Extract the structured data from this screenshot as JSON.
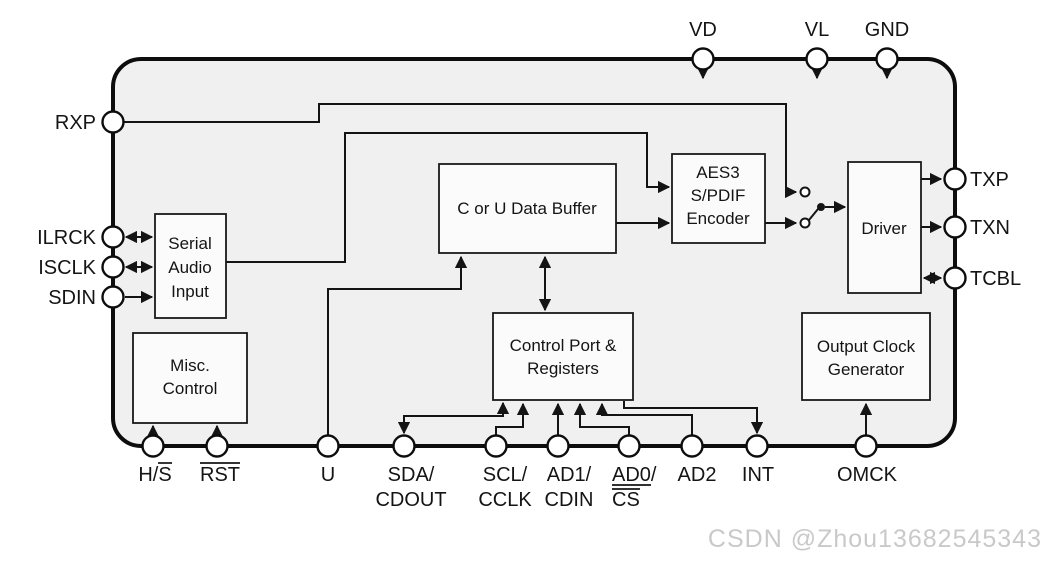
{
  "diagram": {
    "watermark": "CSDN @Zhou13682545343"
  },
  "blocks": {
    "serial_audio_input": {
      "lines": [
        "Serial",
        "Audio",
        "Input"
      ]
    },
    "misc_control": {
      "lines": [
        "Misc.",
        "Control"
      ]
    },
    "c_or_u_data_buffer": {
      "lines": [
        "C or U Data Buffer"
      ]
    },
    "control_port_registers": {
      "lines": [
        "Control Port &",
        "Registers"
      ]
    },
    "aes3_spdif_encoder": {
      "lines": [
        "AES3",
        "S/PDIF",
        "Encoder"
      ]
    },
    "driver": {
      "lines": [
        "Driver"
      ]
    },
    "output_clock_generator": {
      "lines": [
        "Output Clock",
        "Generator"
      ]
    }
  },
  "pins": {
    "top": {
      "vd": "VD",
      "vl": "VL",
      "gnd": "GND"
    },
    "left": {
      "rxp": "RXP",
      "ilrck": "ILRCK",
      "isclk": "ISCLK",
      "sdin": "SDIN"
    },
    "right": {
      "txp": "TXP",
      "txn": "TXN",
      "tcbl": "TCBL"
    },
    "bottom": {
      "hs": {
        "base": "H/",
        "overlined": "S"
      },
      "rst": {
        "overlined": "RST"
      },
      "u": "U",
      "sda_cdout": {
        "line1": "SDA/",
        "line2": "CDOUT"
      },
      "scl_cclk": {
        "line1": "SCL/",
        "line2": "CCLK"
      },
      "ad1_cdin": {
        "line1": "AD1/",
        "line2": "CDIN"
      },
      "ad0_cs": {
        "line1_underlined": "AD0",
        "line1_rest": "/",
        "line2_overlined": "CS"
      },
      "ad2": "AD2",
      "int": "INT",
      "omck": "OMCK"
    }
  },
  "colors": {
    "background": "#ffffff",
    "chip_fill": "#f0f0f0",
    "block_fill": "#fbfbfb",
    "line": "#141414",
    "watermark": "#c9c9c9"
  }
}
